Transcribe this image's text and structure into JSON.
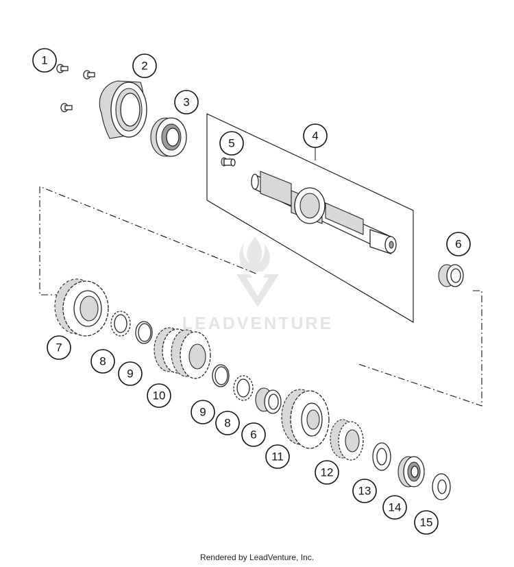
{
  "watermark": {
    "text": "LEADVENTURE"
  },
  "footer": {
    "text": "Rendered by LeadVenture, Inc."
  },
  "callouts": [
    "1",
    "2",
    "3",
    "4",
    "5",
    "6",
    "7",
    "8",
    "9",
    "10",
    "9",
    "8",
    "6",
    "11",
    "12",
    "13",
    "14",
    "15"
  ]
}
